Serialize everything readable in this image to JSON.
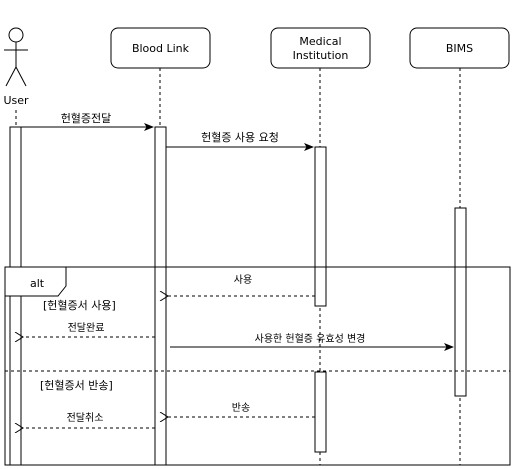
{
  "participants": {
    "user": "User",
    "blood_link": "Blood Link",
    "medical_line1": "Medical",
    "medical_line2": "Institution",
    "bims": "BIMS"
  },
  "messages": {
    "m1": "헌혈증전달",
    "m2": "헌혈증 사용 요청",
    "m3": "사용",
    "m4": "전달완료",
    "m5": "사용한 헌혈증 유효성 변경",
    "m6": "반송",
    "m7": "전달취소"
  },
  "fragment": {
    "operator": "alt",
    "guard1": "[헌혈증서 사용]",
    "guard2": "[헌혈증서 반송]"
  }
}
